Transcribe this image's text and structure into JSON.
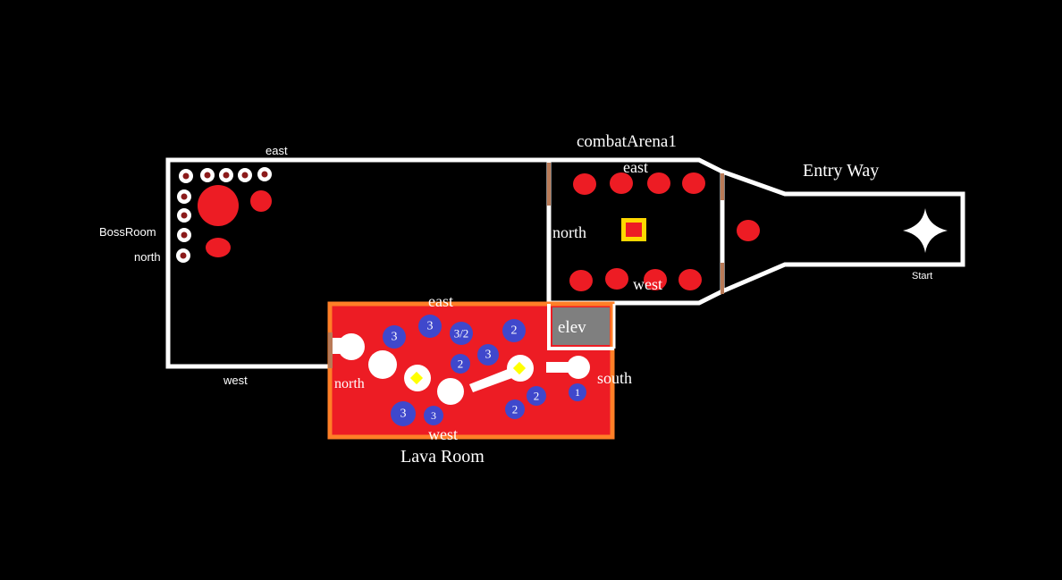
{
  "rooms": {
    "boss_room": {
      "name_line1": "BossRoom",
      "name_line2": "north",
      "label_east": "east",
      "label_west": "west"
    },
    "combat_arena": {
      "name": "combatArena1",
      "label_east": "east",
      "label_north": "north",
      "label_west": "west"
    },
    "entry_way": {
      "name": "Entry Way",
      "start_label": "Start"
    },
    "lava_room": {
      "name": "Lava Room",
      "label_east": "east",
      "label_north": "north",
      "label_south": "south",
      "label_west": "west",
      "elevator_label": "elev"
    }
  },
  "lava_badges": [
    "3",
    "3",
    "3/2",
    "2",
    "3",
    "2",
    "2",
    "2",
    "1",
    "3",
    "3"
  ],
  "colors": {
    "background": "#000000",
    "wall": "#ffffff",
    "enemy": "#ed1c24",
    "lava": "#ed1c24",
    "lava_border": "#ff7f27",
    "door": "#b97a57",
    "badge": "#3f48cc",
    "elevator": "#7f7f7f",
    "chest_border": "#ffd800",
    "pickup": "#ffff00"
  },
  "icons": {
    "start": "start-star-icon",
    "chest": "chest-icon",
    "pickup": "diamond-pickup-icon",
    "target": "target-ring-icon"
  }
}
